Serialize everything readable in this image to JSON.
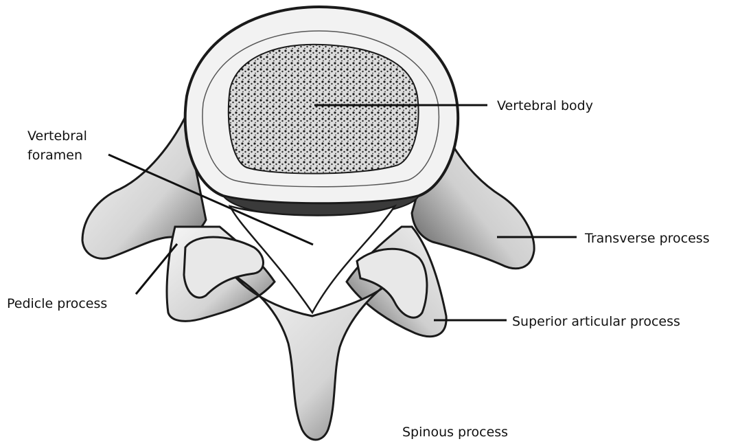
{
  "diagram": {
    "illustration": "lumbar-vertebra",
    "colors": {
      "ink": "#111111",
      "bone_shade": "#2b2b2b",
      "bone_light": "#f4f4f4",
      "background": "#ffffff"
    },
    "labels": {
      "vertebral_body": "Vertebral body",
      "vertebral_foramen": [
        "Vertebral",
        "foramen"
      ],
      "transverse_process": "Transverse process",
      "pedicle_process": "Pedicle process",
      "superior_articular_process": "Superior articular process",
      "spinous_process": "Spinous process"
    }
  }
}
